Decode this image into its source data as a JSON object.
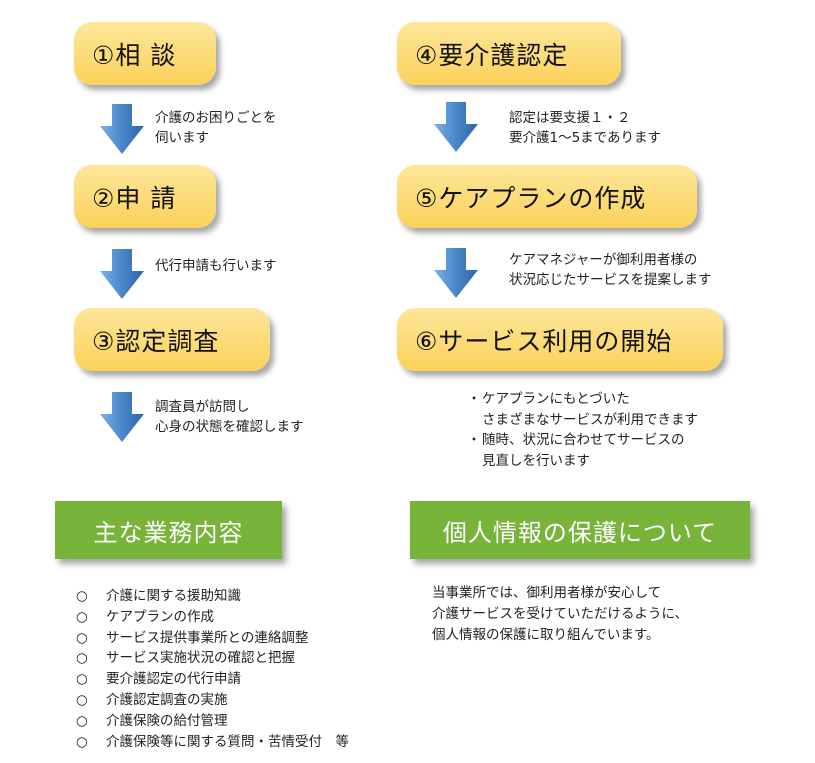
{
  "steps": {
    "s1": "①相 談",
    "s2": "②申 請",
    "s3": "③認定調査",
    "s4": "④要介護認定",
    "s5": "⑤ケアプランの作成",
    "s6": "⑥サービス利用の開始"
  },
  "notes": {
    "n1": "介護のお困りごとを\n伺います",
    "n2": "代行申請も行います",
    "n3": "調査員が訪問し\n心身の状態を確認します",
    "n4": "認定は要支援１・２\n要介護1～5まであります",
    "n5": "ケアマネジャーが御利用者様の\n状況応じたサービスを提案します"
  },
  "service_bullets": [
    {
      "marker": "・",
      "text": "ケアプランにもとづいた\nさまざまなサービスが利用できます"
    },
    {
      "marker": "・",
      "text": "随時、状況に合わせてサービスの\n見直しを行います"
    }
  ],
  "sections": {
    "duties_title": "主な業務内容",
    "privacy_title": "個人情報の保護について"
  },
  "duties": [
    {
      "marker": "○",
      "text": "介護に関する援助知識"
    },
    {
      "marker": "○",
      "text": "ケアプランの作成"
    },
    {
      "marker": "○",
      "text": "サービス提供事業所との連絡調整"
    },
    {
      "marker": "○",
      "text": "サービス実施状況の確認と把握"
    },
    {
      "marker": "○",
      "text": "要介護認定の代行申請"
    },
    {
      "marker": "○",
      "text": "介護認定調査の実施"
    },
    {
      "marker": "○",
      "text": "介護保険の給付管理"
    },
    {
      "marker": "○",
      "text": "介護保険等に関する質問・苦情受付　等"
    }
  ],
  "privacy_text": "当事業所では、御利用者様が安心して\n介護サービスを受けていただけるように、\n個人情報の保護に取り組んでいます。",
  "colors": {
    "step_fill": "#fbd15a",
    "arrow": "#4a86c8",
    "section_green": "#78b33a"
  },
  "icons": [
    "down-arrow-icon"
  ]
}
